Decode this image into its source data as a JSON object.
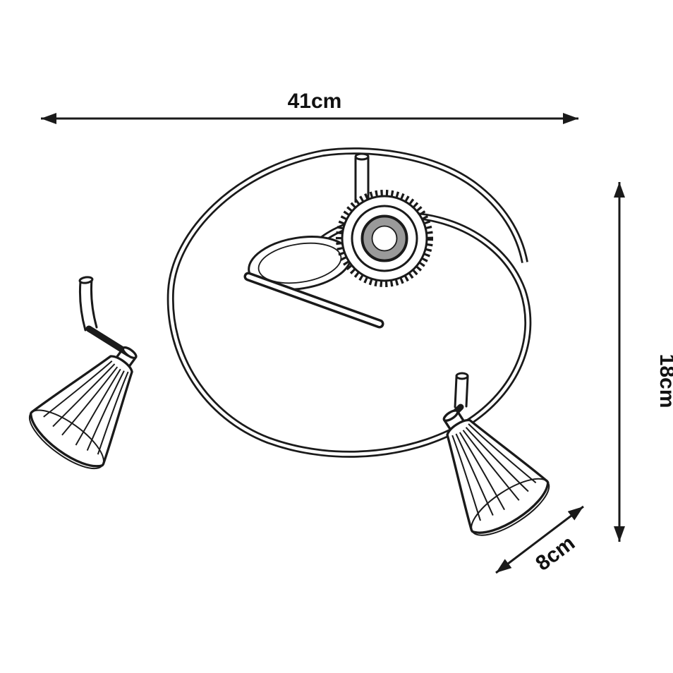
{
  "labels": {
    "width": "41cm",
    "height": "18cm",
    "depth": "8cm"
  },
  "colors": {
    "line": "#1a1a1a",
    "background": "#ffffff",
    "metal_shading": "#9a9a9a"
  }
}
